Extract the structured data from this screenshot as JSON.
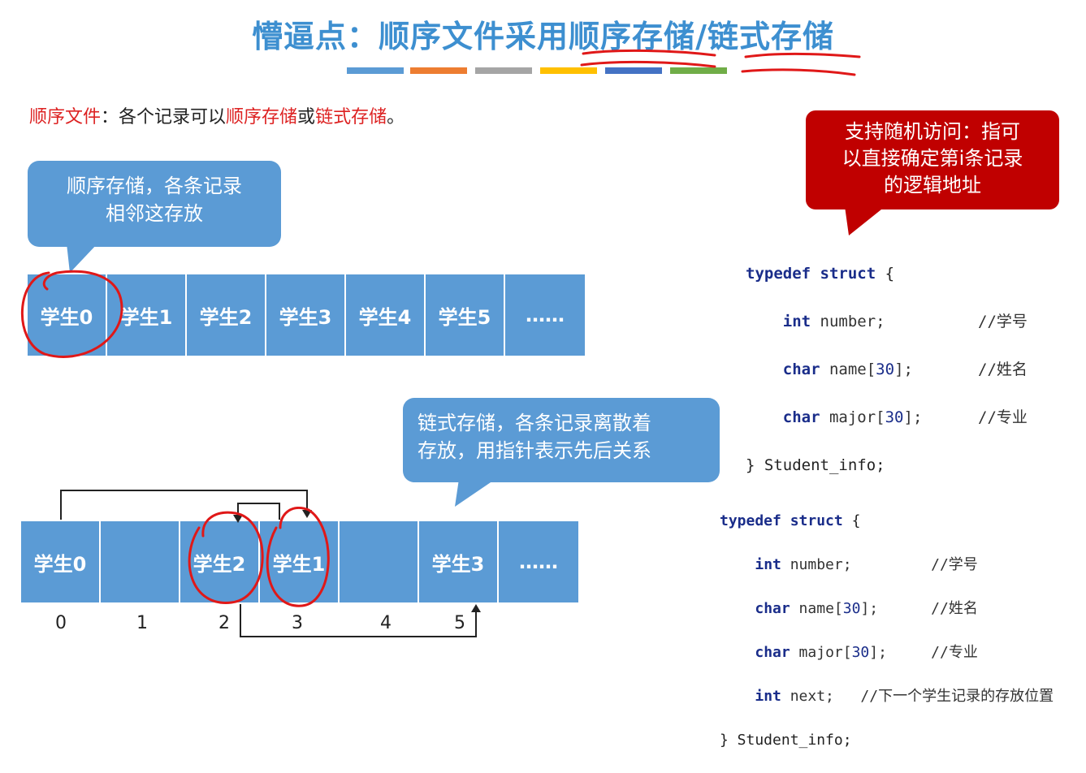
{
  "title": {
    "prefix": "懵逼点：顺序文件采用",
    "seq": "顺序存储",
    "slash": "/",
    "linked": "链式存储"
  },
  "colors": {
    "blue": "#5b9bd5",
    "red": "#c00000",
    "title": "#3d8fd0",
    "bars": [
      "#5b9bd5",
      "#ed7d31",
      "#a5a5a5",
      "#ffc000",
      "#4472c4",
      "#70ad47"
    ]
  },
  "subtitle": {
    "term": "顺序文件",
    "text1": "：各个记录可以",
    "seq": "顺序存储",
    "or": "或",
    "linked": "链式存储",
    "end": "。"
  },
  "callout_seq": {
    "line1": "顺序存储，各条记录",
    "line2": "相邻这存放"
  },
  "callout_random": {
    "line1": "支持随机访问：指可",
    "line2": "以直接确定第i条记录",
    "line3": "的逻辑地址"
  },
  "callout_linked": {
    "line1": "链式存储，各条记录离散着",
    "line2": "存放，用指针表示先后关系"
  },
  "seq_row": [
    "学生0",
    "学生1",
    "学生2",
    "学生3",
    "学生4",
    "学生5",
    "……"
  ],
  "linked_row": [
    "学生0",
    "",
    "学生2",
    "学生1",
    "",
    "学生3",
    "……"
  ],
  "linked_indices": [
    "0",
    "1",
    "2",
    "3",
    "4",
    "5"
  ],
  "code1": {
    "l1_kw1": "typedef",
    "l1_kw2": "struct",
    "l1_rest": " {",
    "l2_type": "int",
    "l2_name": " number;",
    "l2_cmt": "//学号",
    "l3_type": "char",
    "l3_name": " name[",
    "l3_num": "30",
    "l3_end": "];",
    "l3_cmt": "//姓名",
    "l4_type": "char",
    "l4_name": " major[",
    "l4_num": "30",
    "l4_end": "];",
    "l4_cmt": "//专业",
    "l5": "} Student_info;"
  },
  "code2": {
    "l1_kw1": "typedef",
    "l1_kw2": "struct",
    "l1_rest": " {",
    "l2_type": "int",
    "l2_name": " number;",
    "l2_cmt": "//学号",
    "l3_type": "char",
    "l3_name": " name[",
    "l3_num": "30",
    "l3_end": "];",
    "l3_cmt": "//姓名",
    "l4_type": "char",
    "l4_name": " major[",
    "l4_num": "30",
    "l4_end": "];",
    "l4_cmt": "//专业",
    "l5_type": "int",
    "l5_name": " next;",
    "l5_cmt": "//下一个学生记录的存放位置",
    "l6": "} Student_info;"
  }
}
